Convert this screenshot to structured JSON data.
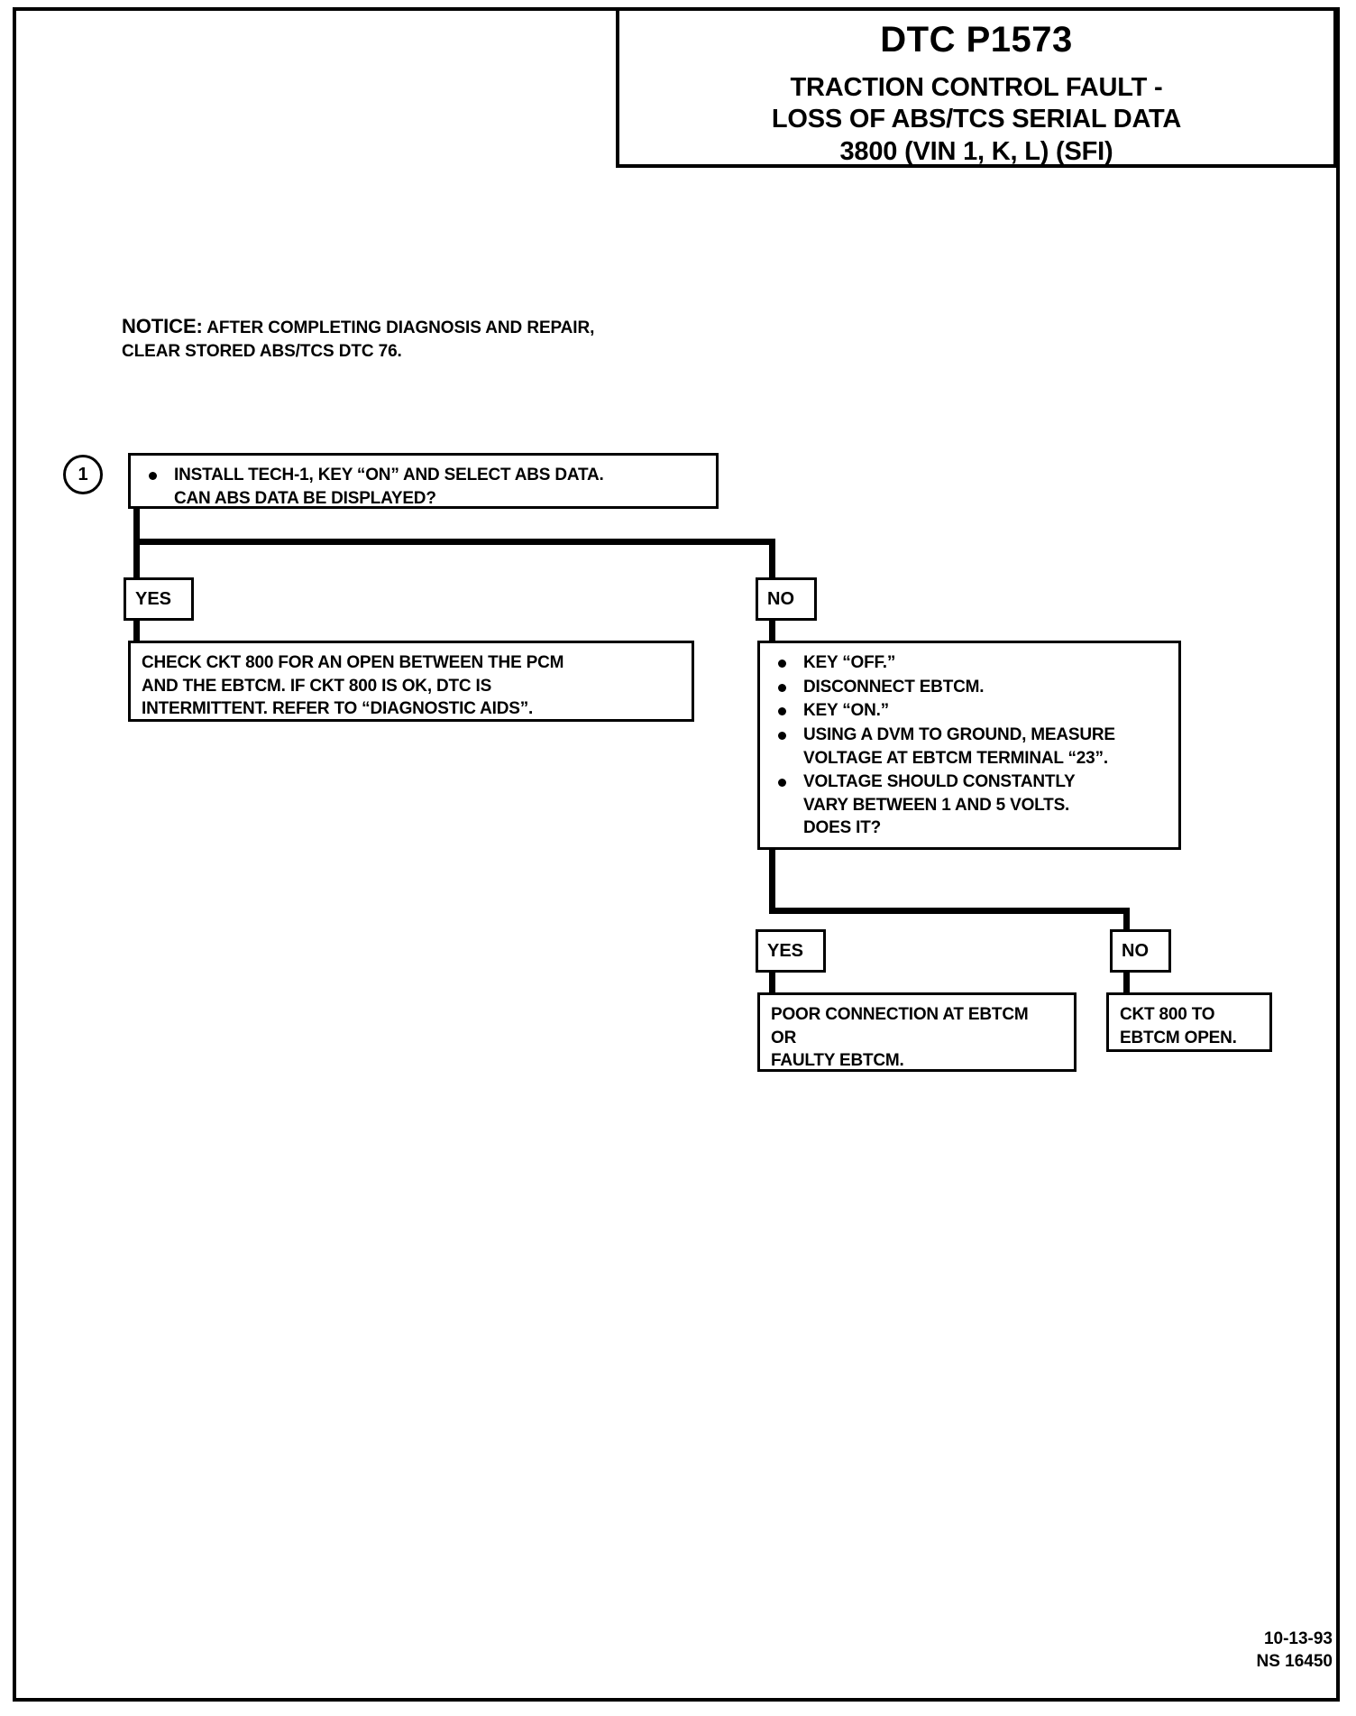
{
  "header": {
    "dtc_code": "DTC P1573",
    "title_line1": "TRACTION CONTROL FAULT -",
    "title_line2": "LOSS OF ABS/TCS SERIAL DATA",
    "title_line3": "3800  (VIN 1, K, L) (SFI)"
  },
  "notice": {
    "label": "NOTICE:",
    "line1": "AFTER COMPLETING DIAGNOSIS AND REPAIR,",
    "line2": "CLEAR STORED ABS/TCS DTC 76."
  },
  "flow": {
    "step1": {
      "number": "1",
      "bullets": [
        "INSTALL TECH-1, KEY “ON”  AND SELECT ABS DATA.\nCAN ABS DATA BE DISPLAYED?"
      ],
      "line1": "INSTALL TECH-1, KEY “ON”  AND SELECT ABS DATA.",
      "line2": "CAN ABS DATA BE DISPLAYED?"
    },
    "branch1": {
      "yes_label": "YES",
      "no_label": "NO"
    },
    "yes_result": {
      "line1": "CHECK CKT 800 FOR AN OPEN BETWEEN THE PCM",
      "line2": "AND THE EBTCM.  IF CKT 800 IS OK, DTC  IS",
      "line3": "INTERMITTENT.  REFER  TO “DIAGNOSTIC AIDS”."
    },
    "step2": {
      "bullet1": "KEY “OFF.”",
      "bullet2": "DISCONNECT EBTCM.",
      "bullet3": "KEY  “ON.”",
      "bullet4_line1": "USING A DVM TO GROUND, MEASURE",
      "bullet4_line2": "VOLTAGE AT EBTCM TERMINAL “23”.",
      "bullet5_line1": "VOLTAGE SHOULD CONSTANTLY",
      "bullet5_line2": "VARY BETWEEN 1 AND 5 VOLTS.",
      "bullet5_line3": "DOES IT?"
    },
    "branch2": {
      "yes_label": "YES",
      "no_label": "NO"
    },
    "branch2_yes_result": {
      "line1": "POOR CONNECTION AT EBTCM",
      "line2": "OR",
      "line3": "FAULTY EBTCM."
    },
    "branch2_no_result": {
      "line1": "CKT 800 TO",
      "line2": "EBTCM OPEN."
    }
  },
  "footer": {
    "date": "10-13-93",
    "doc_id": "NS 16450"
  },
  "colors": {
    "ink": "#000000",
    "paper": "#ffffff"
  }
}
